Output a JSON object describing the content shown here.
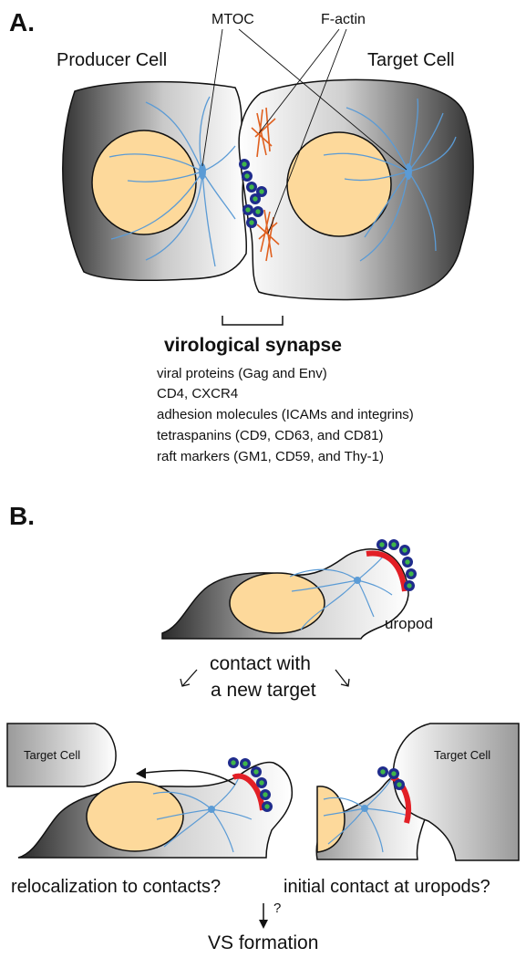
{
  "panel_a": {
    "letter": "A.",
    "producer_label": "Producer Cell",
    "target_label": "Target Cell",
    "mtoc_label": "MTOC",
    "factin_label": "F-actin",
    "synapse_title": "virological synapse",
    "components": [
      "viral proteins (Gag and Env)",
      "CD4, CXCR4",
      "adhesion molecules (ICAMs and integrins)",
      "tetraspanins (CD9, CD63, and CD81)",
      "raft markers (GM1, CD59,  and Thy-1)"
    ]
  },
  "panel_b": {
    "letter": "B.",
    "uropod_label": "uropod",
    "contact_line1": "contact with",
    "contact_line2": "a new target",
    "target_cell_left": "Target Cell",
    "target_cell_right": "Target Cell",
    "relocalization": "relocalization to contacts?",
    "initial_contact": "initial contact at uropods?",
    "question_mark": "?",
    "vs_formation": "VS formation"
  },
  "colors": {
    "nucleus": "#FDD99B",
    "microtubule": "#5B9BD5",
    "actin": "#E0601F",
    "virus_outer": "#1F2C8C",
    "virus_inner": "#3FB54A",
    "uropod_cap": "#E21F26",
    "cell_dark": "#3a3a3a",
    "cell_light": "#ffffff"
  }
}
